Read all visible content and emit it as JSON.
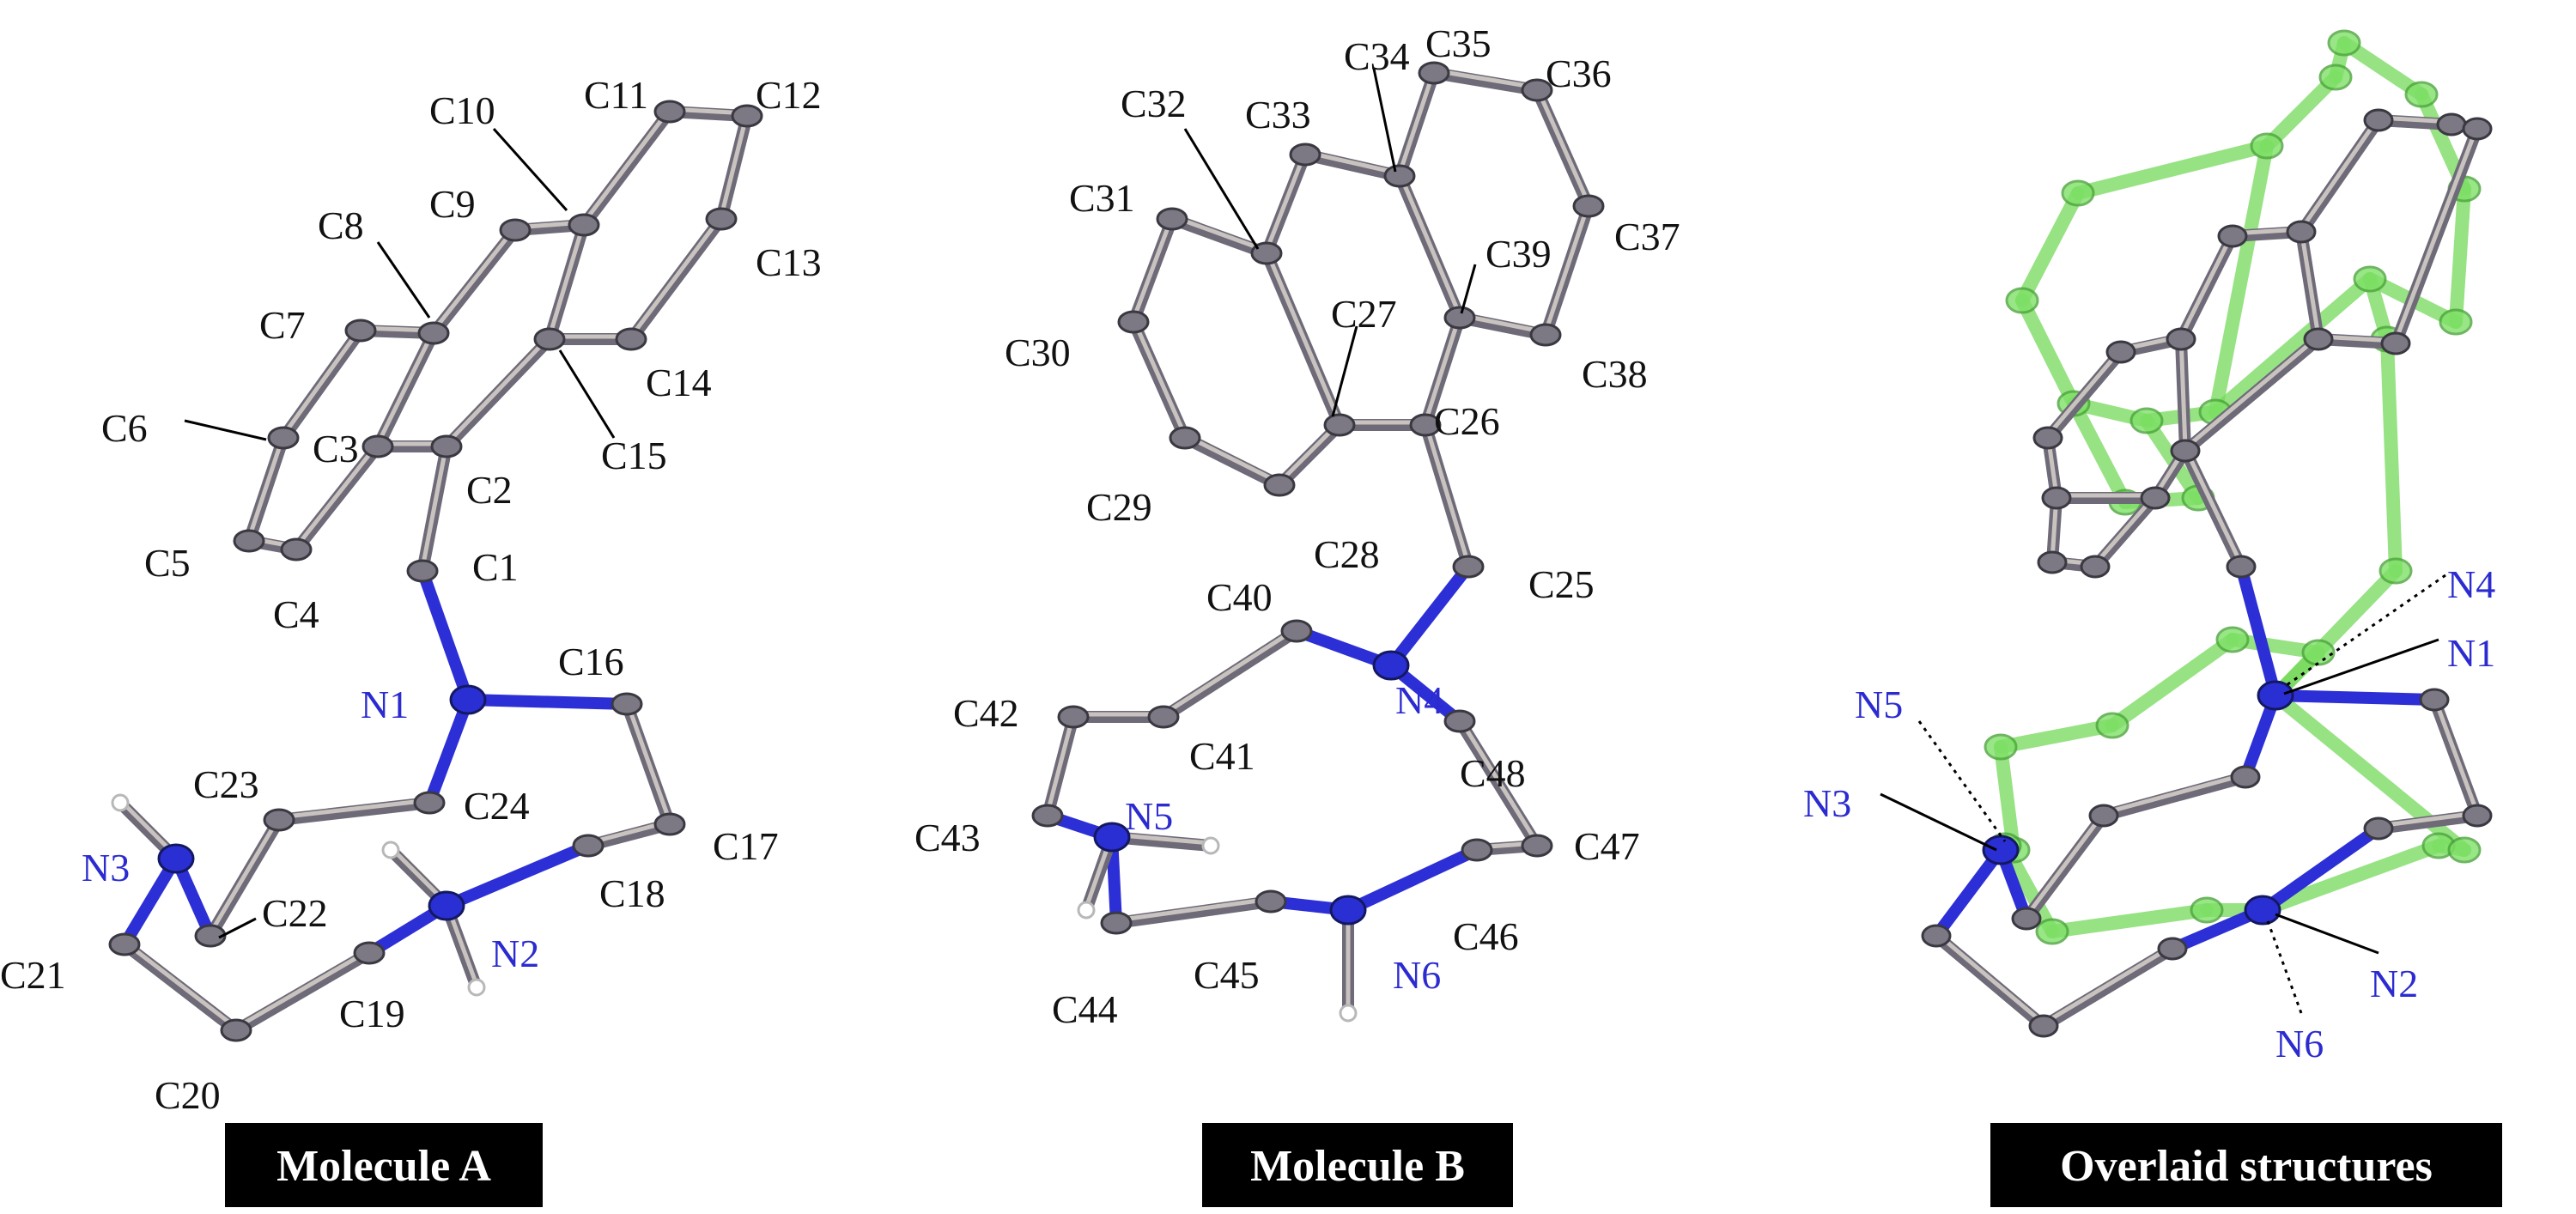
{
  "captions": {
    "a": "Molecule A",
    "b": "Molecule B",
    "c": "Overlaid structures"
  },
  "labels_a": [
    "C1",
    "C2",
    "C3",
    "C4",
    "C5",
    "C6",
    "C7",
    "C8",
    "C9",
    "C10",
    "C11",
    "C12",
    "C13",
    "C14",
    "C15",
    "C16",
    "C17",
    "C18",
    "C19",
    "C20",
    "C21",
    "C22",
    "C23",
    "C24"
  ],
  "labels_a_n": [
    "N1",
    "N2",
    "N3"
  ],
  "labels_b": [
    "C25",
    "C26",
    "C27",
    "C28",
    "C29",
    "C30",
    "C31",
    "C32",
    "C33",
    "C34",
    "C35",
    "C36",
    "C37",
    "C38",
    "C39",
    "C40",
    "C41",
    "C42",
    "C43",
    "C44",
    "C45",
    "C46",
    "C47",
    "C48"
  ],
  "labels_b_n": [
    "N4",
    "N5",
    "N6"
  ],
  "labels_c_n": [
    "N1",
    "N2",
    "N3",
    "N4",
    "N5",
    "N6"
  ],
  "colors": {
    "carbon": "#7c7884",
    "nitrogen": "#2a2fd4",
    "hydrogen": "#ffffff",
    "overlay": "#74d85a"
  }
}
